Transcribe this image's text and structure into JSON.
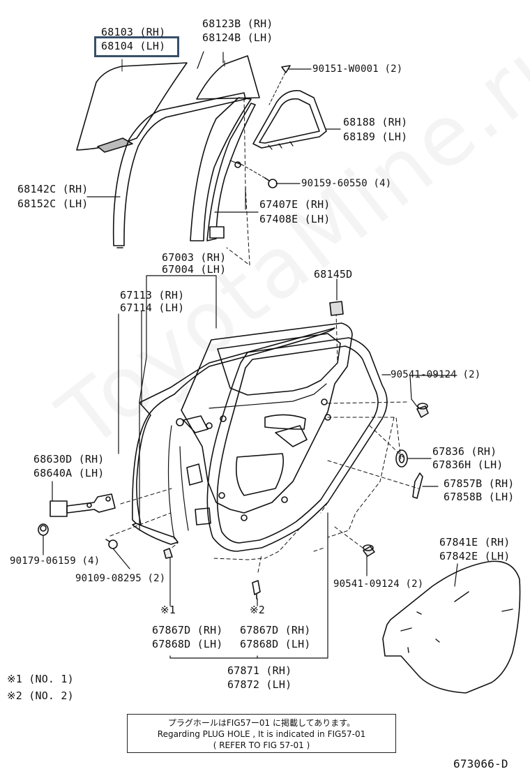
{
  "watermark": "ToyotaMine.ru",
  "highlighted_part": "68104 (LH)",
  "labels": {
    "p68103": "68103 (RH)",
    "p68104": "68104 (LH)",
    "p68123b": "68123B (RH)",
    "p68124b": "68124B (LH)",
    "p90151": "90151-W0001 (2)",
    "p68188": "68188 (RH)",
    "p68189": "68189 (LH)",
    "p68142c": "68142C (RH)",
    "p68152c": "68152C (LH)",
    "p90159": "90159-60550 (4)",
    "p67407e": "67407E (RH)",
    "p67408e": "67408E (LH)",
    "p67003": "67003 (RH)",
    "p67004": "67004 (LH)",
    "p68145d": "68145D",
    "p67113": "67113 (RH)",
    "p67114": "67114 (LH)",
    "p90541a": "90541-09124 (2)",
    "p67836": "67836  (RH)",
    "p67836h": "67836H (LH)",
    "p68630d": "68630D (RH)",
    "p68640a": "68640A (LH)",
    "p67857b": "67857B (RH)",
    "p67858b": "67858B (LH)",
    "p90179": "90179-06159 (4)",
    "p90109": "90109-08295 (2)",
    "p67841e": "67841E (RH)",
    "p67842e": "67842E (LH)",
    "p90541b": "90541-09124 (2)",
    "mark1": "※1",
    "mark2": "※2",
    "p67867d_1": "67867D (RH)",
    "p67868d_1": "67868D (LH)",
    "p67867d_2": "67867D (RH)",
    "p67868d_2": "67868D (LH)",
    "p67871": "67871 (RH)",
    "p67872": "67872 (LH)",
    "legend1": "※1  (NO. 1)",
    "legend2": "※2  (NO. 2)",
    "figure_id": "673066-D"
  },
  "note": {
    "line_jp": "プラグホールはFIG57ー01 に掲載してあります。",
    "line_en": "Regarding PLUG HOLE , It is indicated in FIG57-01",
    "line_ref": "( REFER TO FIG 57-01 )"
  }
}
